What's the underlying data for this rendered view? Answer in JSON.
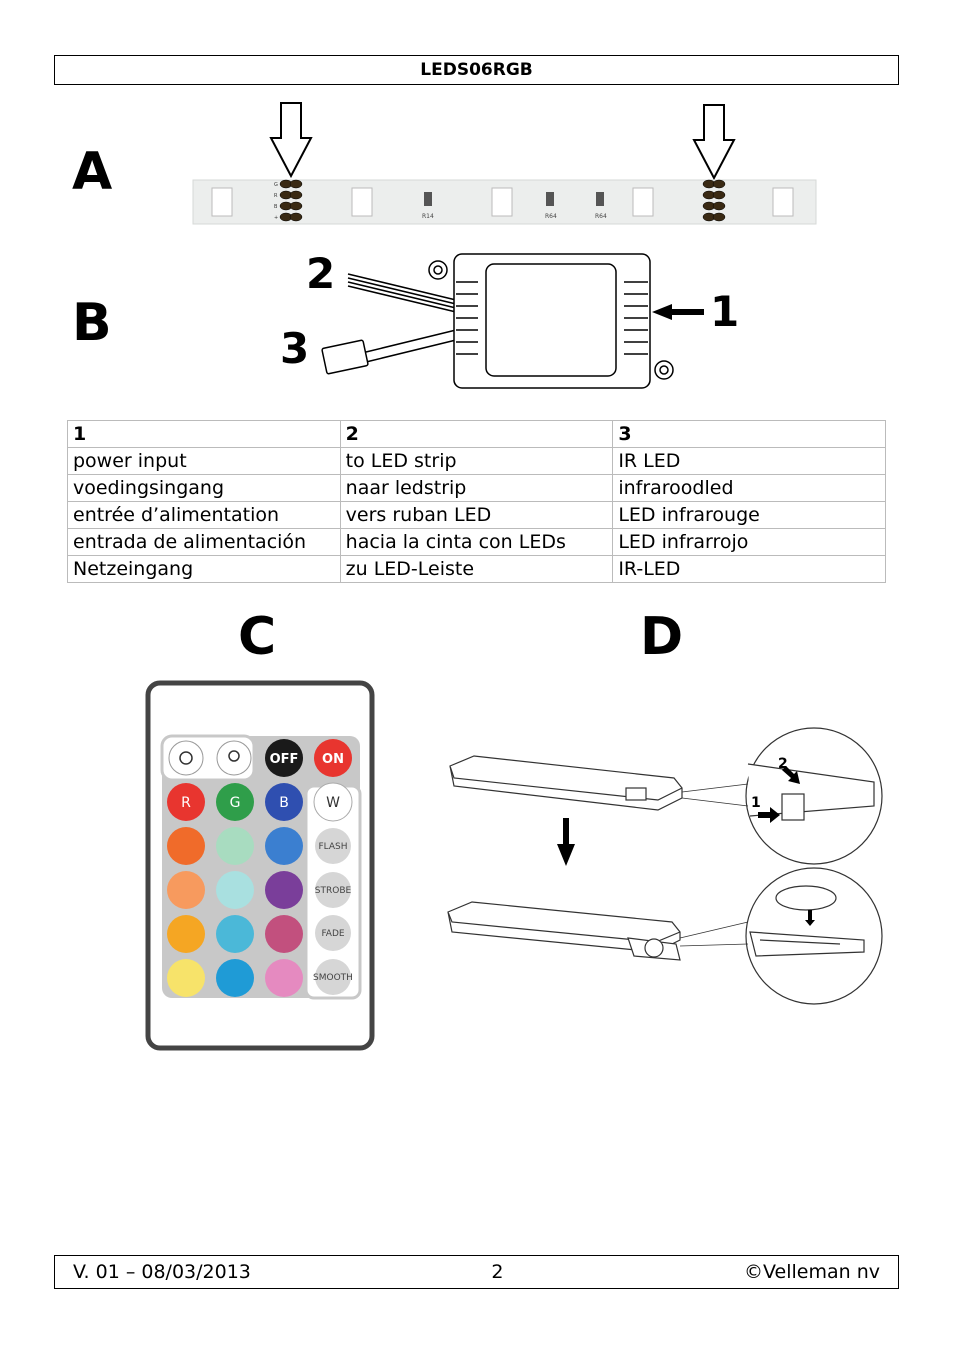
{
  "header": {
    "title": "LEDS06RGB"
  },
  "figures": {
    "a": {
      "label": "A",
      "strip_labels": [
        "R14",
        "R64",
        "R64"
      ],
      "pad_labels": [
        "G",
        "R",
        "B",
        "+"
      ]
    },
    "b": {
      "label": "B",
      "callouts": [
        "2",
        "3",
        "1"
      ]
    },
    "c": {
      "label": "C",
      "remote_buttons": {
        "bright_up": "",
        "bright_down": "",
        "off": "OFF",
        "on": "ON",
        "r": "R",
        "g": "G",
        "b": "B",
        "w": "W",
        "flash": "FLASH",
        "strobe": "STROBE",
        "fade": "FADE",
        "smooth": "SMOOTH"
      },
      "colors": {
        "red": "#e8352f",
        "green": "#2f9e4a",
        "blue": "#2f4fb0",
        "black": "#1a1a1a",
        "row1": [
          "#f06b2a",
          "#a8dcc0",
          "#3b7fd0"
        ],
        "row2": [
          "#f79a5e",
          "#a9e0e0",
          "#7a3e9a"
        ],
        "row3": [
          "#f5a623",
          "#4bb8d8",
          "#c2507e"
        ],
        "row4": [
          "#f7e36a",
          "#1f9bd6",
          "#e58ac0"
        ]
      }
    },
    "d": {
      "label": "D",
      "step_labels": [
        "2",
        "1"
      ]
    }
  },
  "table": {
    "headers": [
      "1",
      "2",
      "3"
    ],
    "rows": [
      [
        "power input",
        "to LED strip",
        "IR LED"
      ],
      [
        "voedingsingang",
        "naar ledstrip",
        "infraroodled"
      ],
      [
        "entrée d’alimentation",
        "vers ruban LED",
        "LED infrarouge"
      ],
      [
        "entrada de alimentación",
        "hacia la cinta con LEDs",
        "LED infrarrojo"
      ],
      [
        "Netzeingang",
        "zu LED-Leiste",
        "IR-LED"
      ]
    ]
  },
  "footer": {
    "version": "V. 01 – 08/03/2013",
    "page": "2",
    "copyright": "©Velleman nv"
  }
}
